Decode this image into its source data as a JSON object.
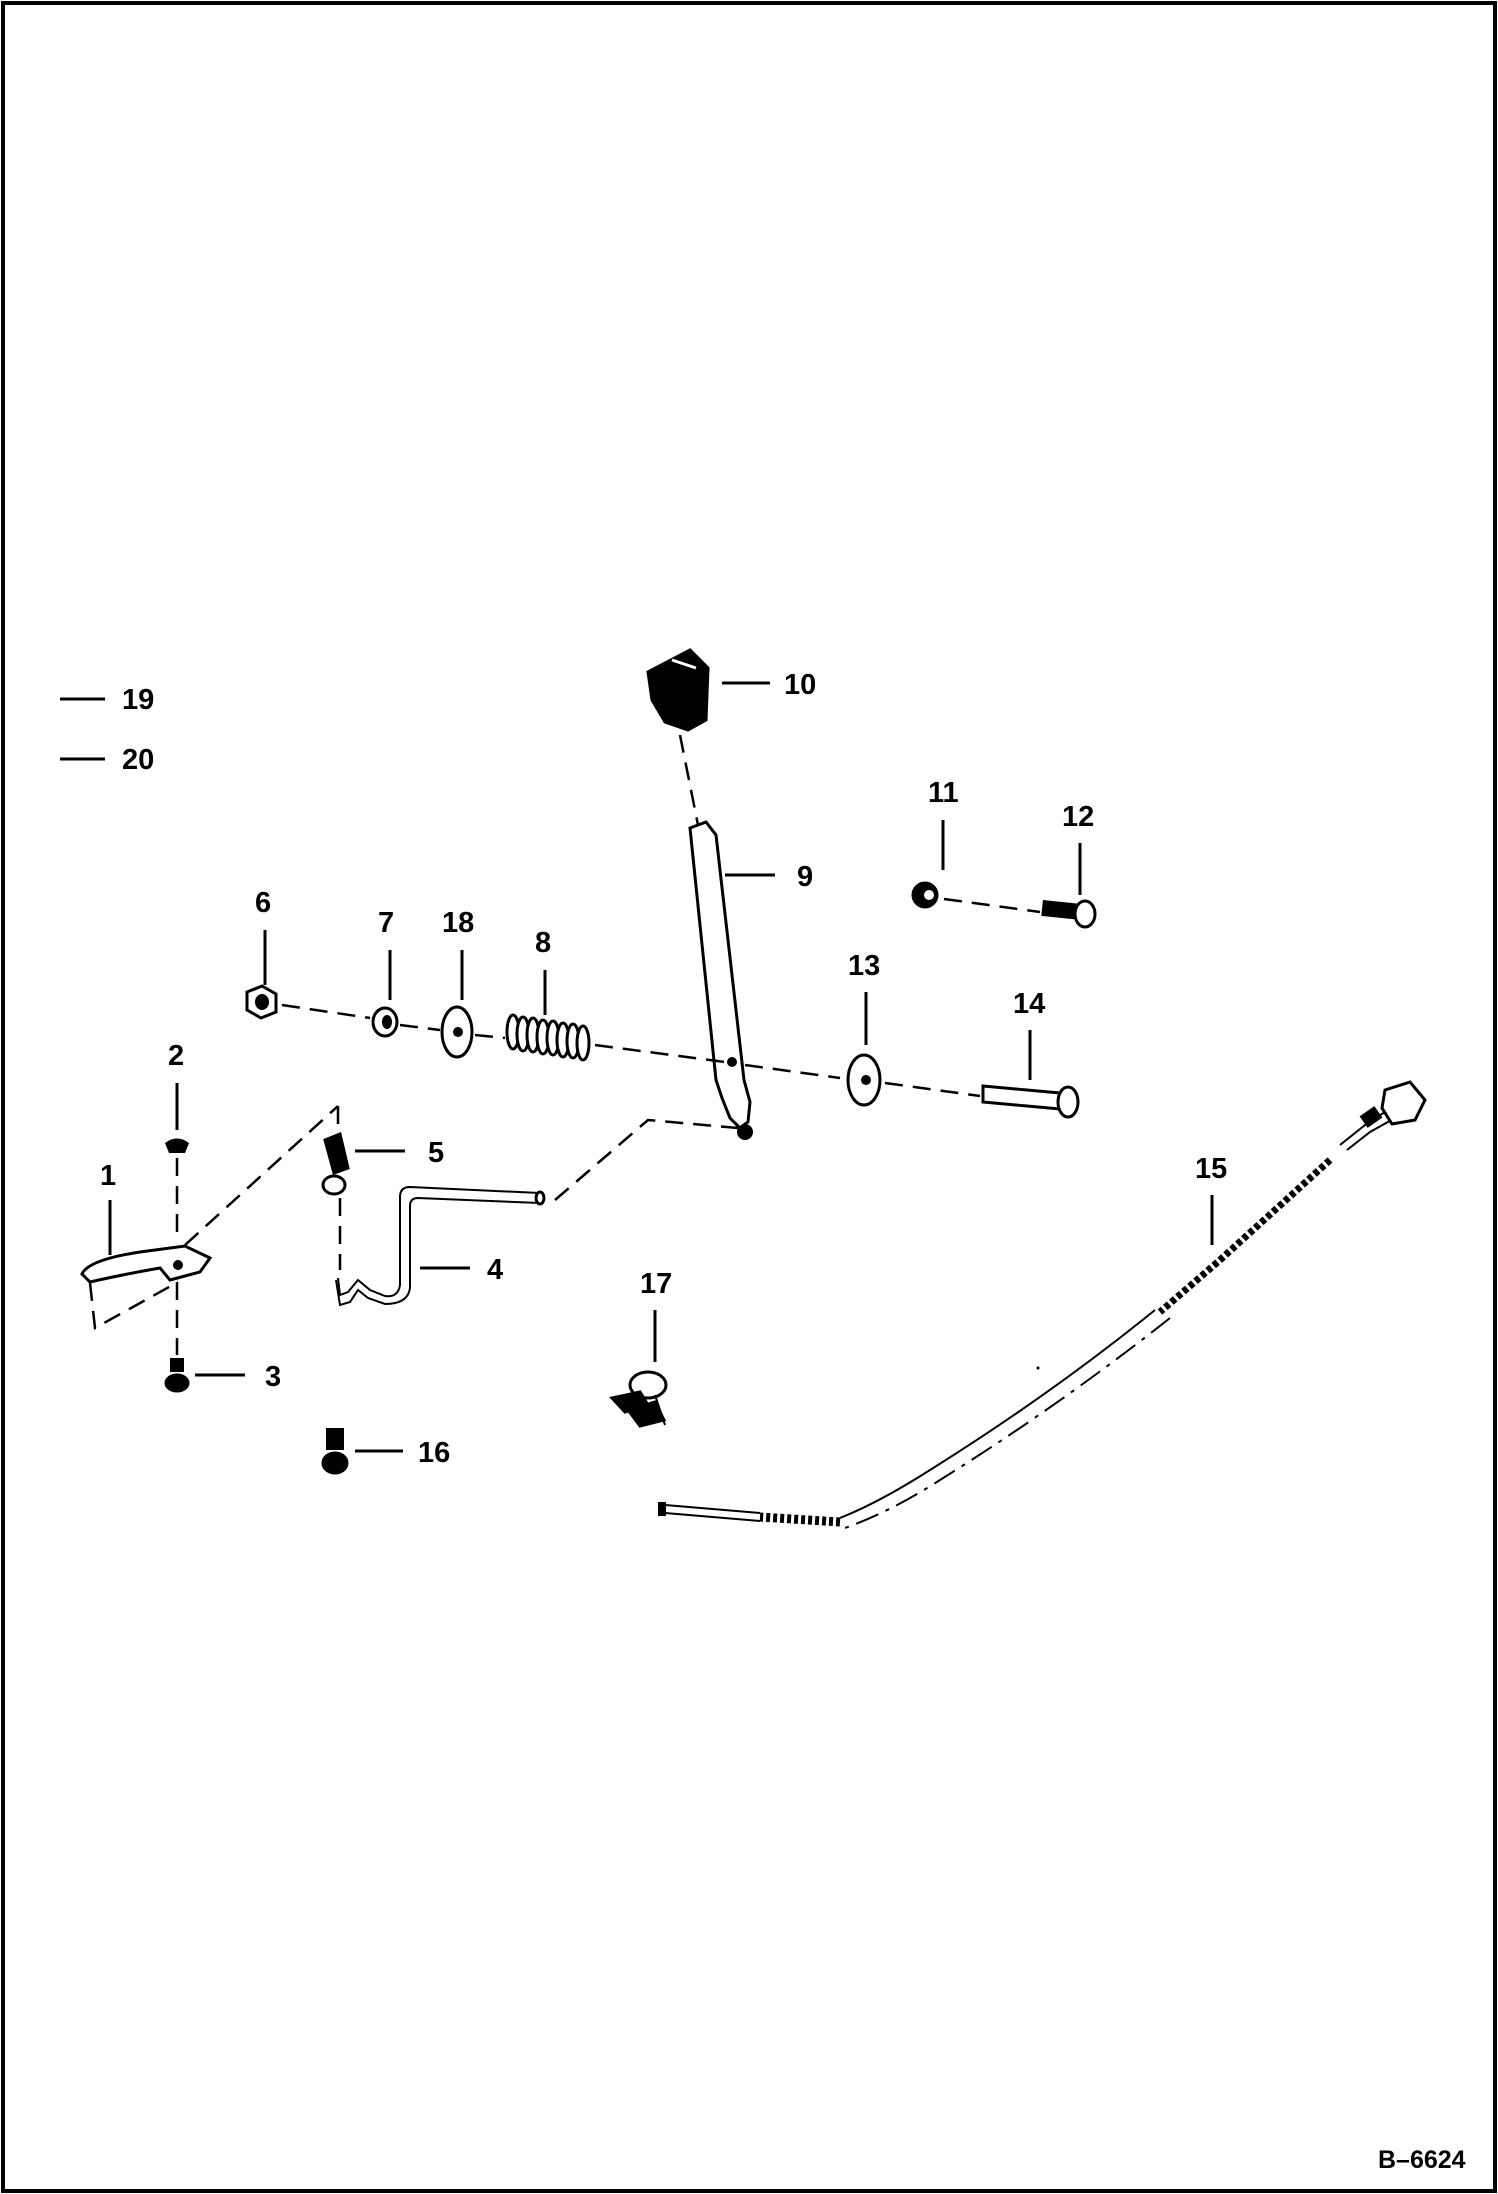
{
  "diagram_code": "B–6624",
  "callouts": {
    "c1": "1",
    "c2": "2",
    "c3": "3",
    "c4": "4",
    "c5": "5",
    "c6": "6",
    "c7": "7",
    "c8": "8",
    "c9": "9",
    "c10": "10",
    "c11": "11",
    "c12": "12",
    "c13": "13",
    "c14": "14",
    "c15": "15",
    "c16": "16",
    "c17": "17",
    "c18": "18",
    "c19": "19",
    "c20": "20"
  }
}
